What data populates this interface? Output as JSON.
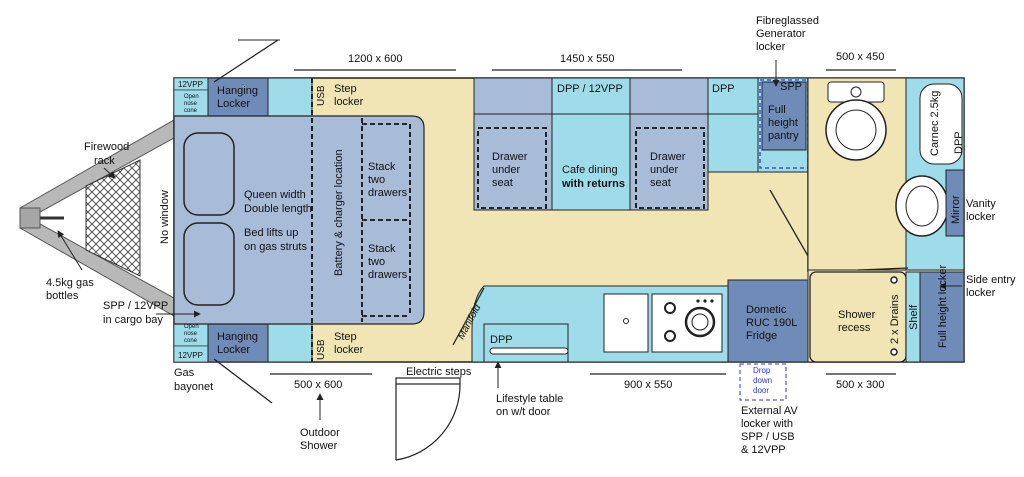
{
  "dimensions": {
    "top_left": "1200 x 600",
    "top_mid": "1450 x 550",
    "top_right": "500 x 450",
    "bottom_left": "500 x 600",
    "bottom_mid": "900 x 550",
    "bottom_right": "500 x 300"
  },
  "outside": {
    "firewood": [
      "Firewood",
      "rack"
    ],
    "gas_bottles": [
      "4.5kg gas",
      "bottles"
    ],
    "spp_cargo": [
      "SPP / 12VPP",
      "in cargo bay"
    ],
    "gas_bayonet": [
      "Gas",
      "bayonet"
    ],
    "outdoor_shower": [
      "Outdoor",
      "Shower"
    ],
    "electric_steps": "Electric steps",
    "lifestyle_table": [
      "Lifestyle table",
      "on w/t door"
    ],
    "external_av": [
      "External AV",
      "locker with",
      "SPP / USB",
      "& 12VPP"
    ],
    "generator": [
      "Fibreglassed",
      "Generator",
      "locker"
    ],
    "side_entry": [
      "Side entry",
      "locker"
    ]
  },
  "front": {
    "vpp_top": "12VPP",
    "nose_top": [
      "Open",
      "nose",
      "cone"
    ],
    "nose_bottom": [
      "Open",
      "nose",
      "cone"
    ],
    "vpp_bottom": "12VPP",
    "no_window": "No window"
  },
  "bedroom": {
    "hanging_top": [
      "Hanging",
      "Locker"
    ],
    "hanging_bottom": [
      "Hanging",
      "Locker"
    ],
    "usb_top": "USB",
    "usb_bottom": "USB",
    "step_top": [
      "Step",
      "locker"
    ],
    "step_bottom": [
      "Step",
      "locker"
    ],
    "bed": [
      "Queen width",
      "Double length"
    ],
    "bed_lift": [
      "Bed lifts up",
      "on gas struts"
    ],
    "battery": "Battery & charger location",
    "stack1": [
      "Stack",
      "two",
      "drawers"
    ],
    "stack2": [
      "Stack",
      "two",
      "drawers"
    ]
  },
  "dining": {
    "dpp_vpp": "DPP / 12VPP",
    "drawer_left": [
      "Drawer",
      "under",
      "seat"
    ],
    "drawer_right": [
      "Drawer",
      "under",
      "seat"
    ],
    "cafe": "Cafe dining",
    "cafe_returns": "with returns",
    "dpp": "DPP"
  },
  "pantry": {
    "spp": "SPP",
    "label": [
      "Full",
      "height",
      "pantry"
    ]
  },
  "kitchen": {
    "manifold": "Manifold",
    "dpp": "DPP",
    "fridge": [
      "Dometic",
      "RUC 190L",
      "Fridge"
    ],
    "drop_door": [
      "Drop",
      "down",
      "door"
    ]
  },
  "ensuite": {
    "shower": [
      "Shower",
      "recess"
    ],
    "drains": "2 x Drains",
    "shelf": "Shelf",
    "full_locker": "Full height locker",
    "cassette": "Carnec 2.5kg",
    "dpp": "DPP",
    "mirror": "Mirror",
    "vanity": [
      "Vanity",
      "locker"
    ]
  }
}
